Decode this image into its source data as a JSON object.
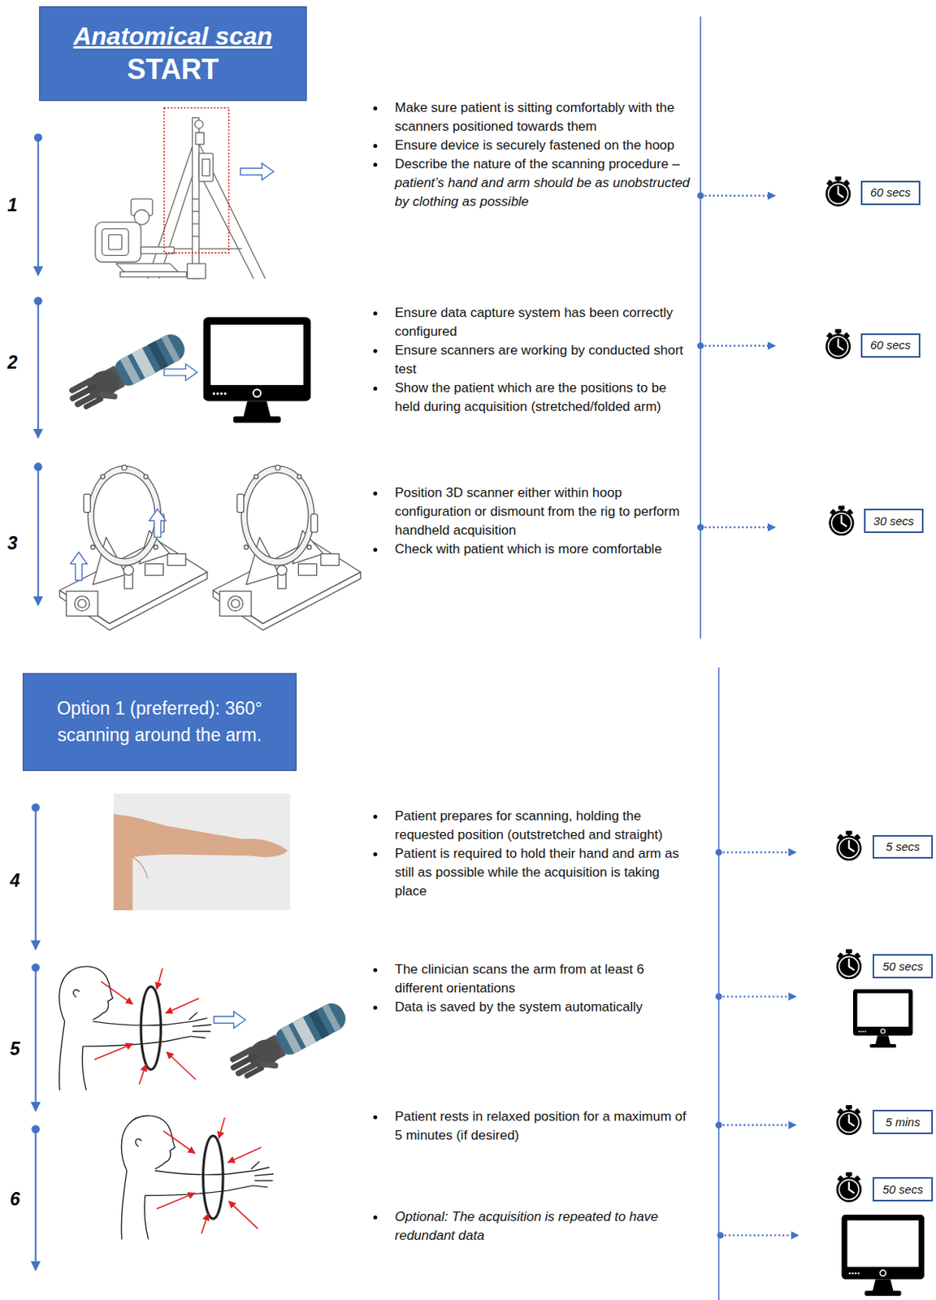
{
  "diagram": {
    "nodes": [
      {
        "text": [
          "Anatomical scan",
          "START"
        ]
      },
      {
        "text": [
          "60 secs"
        ]
      },
      {
        "text": [
          "60 secs"
        ]
      },
      {
        "text": [
          "30 secs"
        ]
      },
      {
        "text": [
          "Option 1 (preferred): 360° scanning around the arm."
        ]
      },
      {
        "text": [
          "5 secs"
        ]
      },
      {
        "text": [
          "50 secs"
        ]
      },
      {
        "text": [
          "5 mins"
        ]
      },
      {
        "text": [
          "50 secs"
        ]
      }
    ],
    "labels": [
      "1",
      "Make sure patient is sitting comfortably with the scanners positioned towards them",
      "Ensure device is securely fastened on the hoop",
      "Describe the nature of the scanning procedure –",
      "patient’s hand and arm should be as unobstructed by clothing as possible",
      "2",
      "Ensure data capture system has been correctly configured",
      "Ensure scanners are working by conducted short test",
      "Show the patient which are the positions to be held during acquisition (stretched/folded arm)",
      "3",
      "Position 3D scanner either within hoop configuration or dismount from the rig to perform handheld acquisition",
      "Check with patient which is more comfortable",
      "4",
      "Patient prepares for scanning, holding the requested position (outstretched and straight)",
      "Patient is required to hold their hand and arm as still as possible while the acquisition is taking place",
      "5",
      "The clinician scans the arm from at least 6 different orientations",
      "Data is saved by the system automatically",
      "6",
      "Patient rests in relaxed position for a maximum of 5 minutes (if desired)",
      "Optional: The acquisition is repeated to have redundant data"
    ]
  }
}
